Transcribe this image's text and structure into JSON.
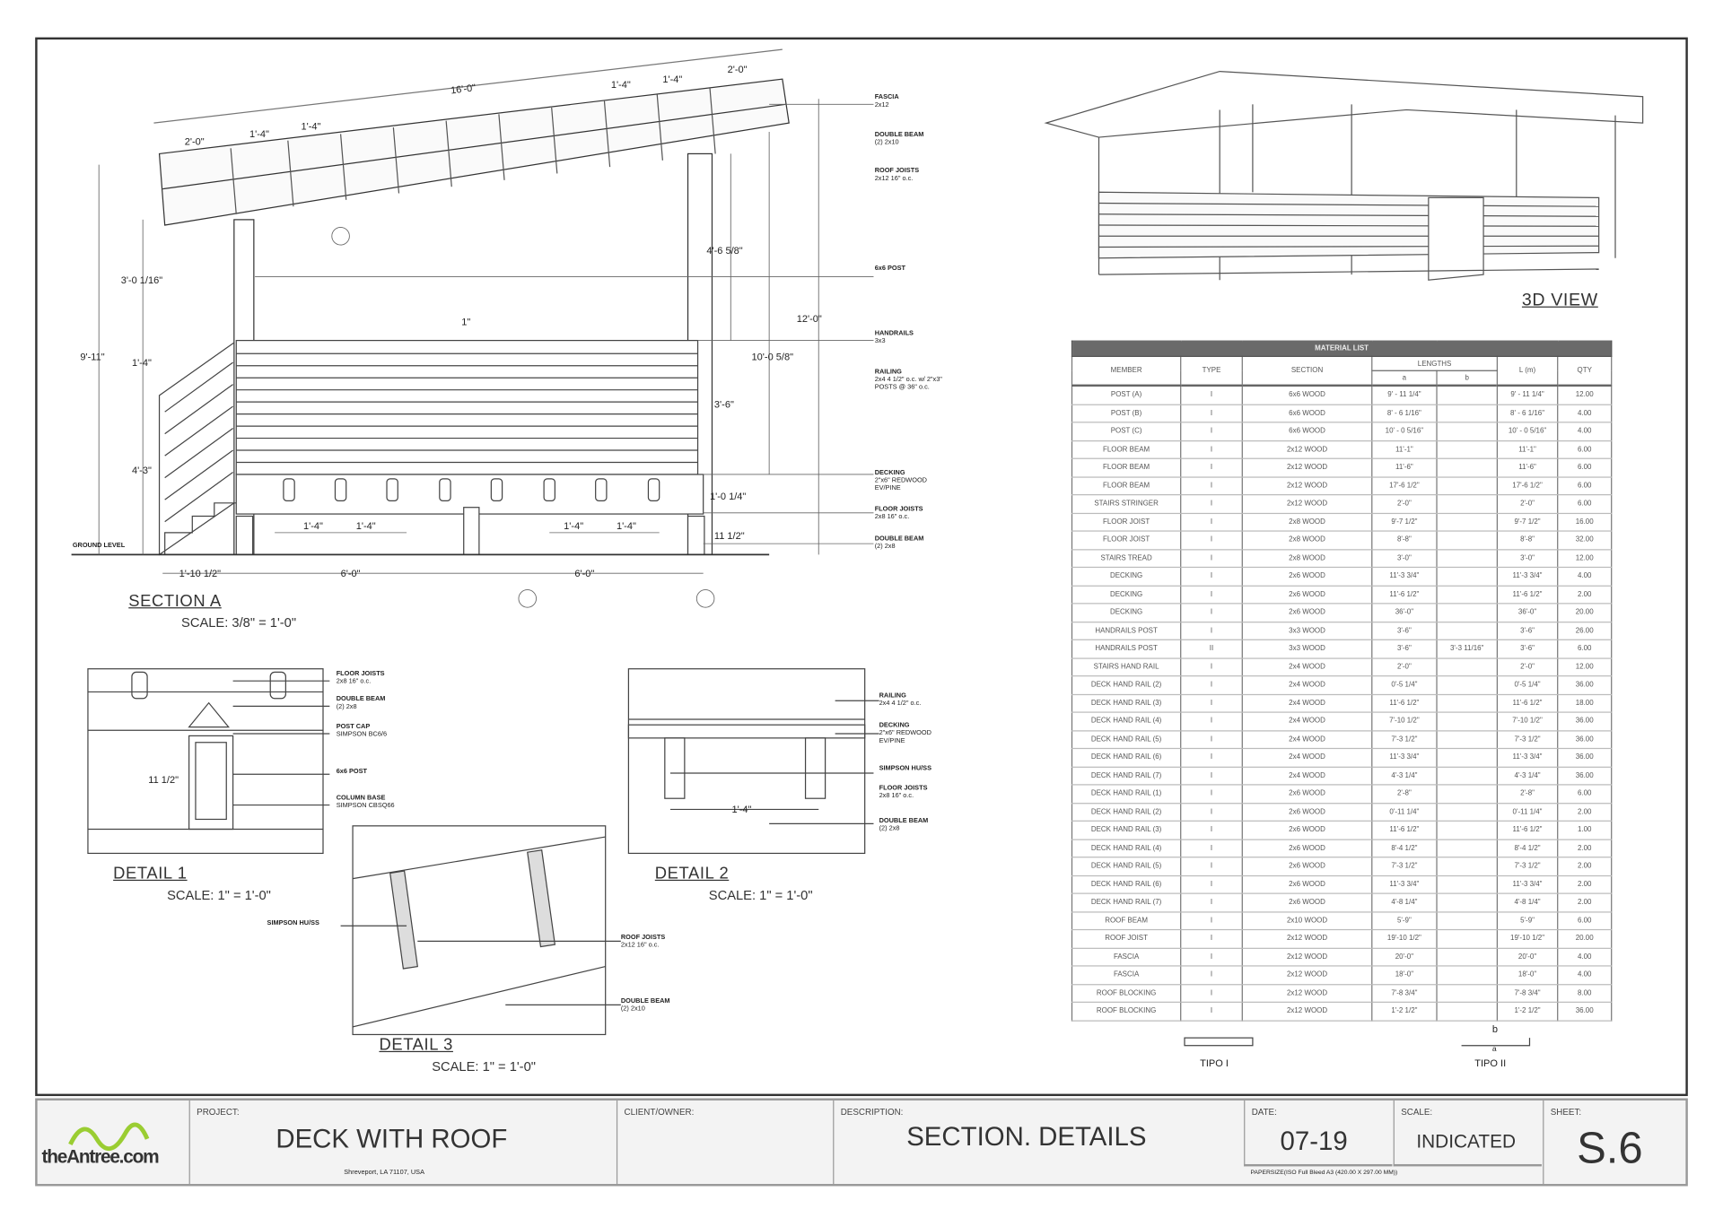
{
  "section_a": {
    "title": "SECTION A",
    "scale": "SCALE: 3/8\" = 1'-0\"",
    "labels": [
      [
        "FASCIA",
        "2x12"
      ],
      [
        "DOUBLE BEAM",
        "(2) 2x10"
      ],
      [
        "ROOF JOISTS",
        "2x12 16\" o.c."
      ],
      [
        "6x6 POST",
        ""
      ],
      [
        "HANDRAILS",
        "3x3"
      ],
      [
        "RAILING",
        "2x4 4 1/2\" o.c. w/ 2\"x3\" POSTS @ 36\" o.c."
      ],
      [
        "DECKING",
        "2\"x6\" REDWOOD EV/PINE"
      ],
      [
        "FLOOR JOISTS",
        "2x8 16\" o.c."
      ],
      [
        "DOUBLE BEAM",
        "(2) 2x8"
      ],
      [
        "GROUND LEVEL",
        ""
      ]
    ],
    "dims": [
      "16'-0\"",
      "2'-0\"",
      "1'-4\"",
      "1'-4\"",
      "2'-0\"",
      "1'-4\"",
      "1'-4\"",
      "3'-0 1/16\"",
      "9'-11\"",
      "1'-4\"",
      "4'-3\"",
      "4'-6 5/8\"",
      "12'-0\"",
      "10'-0 5/8\"",
      "3'-6\"",
      "1'-0 1/4\"",
      "11 1/2\"",
      "1'-10 1/2\"",
      "6'-0\"",
      "6'-0\"",
      "1'-4\"",
      "1'-4\"",
      "1'-4\"",
      "1'-4\"",
      "1\""
    ]
  },
  "detail1": {
    "title": "DETAIL 1",
    "scale": "SCALE: 1\" = 1'-0\"",
    "labels": [
      [
        "FLOOR JOISTS",
        "2x8 16\" o.c."
      ],
      [
        "DOUBLE BEAM",
        "(2) 2x8"
      ],
      [
        "POST CAP",
        "SIMPSON BC6/6"
      ],
      [
        "6x6 POST",
        ""
      ],
      [
        "COLUMN BASE",
        "SIMPSON CBSQ66"
      ]
    ],
    "dim": "11 1/2\""
  },
  "detail2": {
    "title": "DETAIL 2",
    "scale": "SCALE: 1\" = 1'-0\"",
    "labels": [
      [
        "RAILING",
        "2x4 4 1/2\" o.c."
      ],
      [
        "DECKING",
        "2\"x6\" REDWOOD EV/PINE"
      ],
      [
        "SIMPSON HU/SS",
        ""
      ],
      [
        "FLOOR JOISTS",
        "2x8 16\" o.c."
      ],
      [
        "DOUBLE BEAM",
        "(2) 2x8"
      ]
    ],
    "dim": "1'-4\""
  },
  "detail3": {
    "title": "DETAIL 3",
    "scale": "SCALE: 1\" = 1'-0\"",
    "labels": [
      [
        "SIMPSON HU/SS",
        ""
      ],
      [
        "ROOF JOISTS",
        "2x12 16\" o.c."
      ],
      [
        "DOUBLE BEAM",
        "(2) 2x10"
      ]
    ]
  },
  "view3d": {
    "title": "3D VIEW"
  },
  "material_list": {
    "title": "MATERIAL LIST",
    "headers": {
      "member": "MEMBER",
      "type": "TYPE",
      "section": "SECTION",
      "lengths": "LENGTHS",
      "a": "a",
      "b": "b",
      "l": "L (m)",
      "qty": "QTY"
    },
    "rows": [
      [
        "POST (A)",
        "I",
        "6x6 WOOD",
        "9' - 11 1/4\"",
        "",
        "9' - 11 1/4\"",
        "12.00"
      ],
      [
        "POST (B)",
        "I",
        "6x6 WOOD",
        "8' - 6 1/16\"",
        "",
        "8' - 6 1/16\"",
        "4.00"
      ],
      [
        "POST (C)",
        "I",
        "6x6 WOOD",
        "10' - 0 5/16\"",
        "",
        "10' - 0 5/16\"",
        "4.00"
      ],
      [
        "FLOOR BEAM",
        "I",
        "2x12 WOOD",
        "11'-1\"",
        "",
        "11'-1\"",
        "6.00"
      ],
      [
        "FLOOR BEAM",
        "I",
        "2x12 WOOD",
        "11'-6\"",
        "",
        "11'-6\"",
        "6.00"
      ],
      [
        "FLOOR BEAM",
        "I",
        "2x12 WOOD",
        "17'-6 1/2\"",
        "",
        "17'-6 1/2\"",
        "6.00"
      ],
      [
        "STAIRS STRINGER",
        "I",
        "2x12 WOOD",
        "2'-0\"",
        "",
        "2'-0\"",
        "6.00"
      ],
      [
        "FLOOR JOIST",
        "I",
        "2x8 WOOD",
        "9'-7 1/2\"",
        "",
        "9'-7 1/2\"",
        "16.00"
      ],
      [
        "FLOOR JOIST",
        "I",
        "2x8 WOOD",
        "8'-8\"",
        "",
        "8'-8\"",
        "32.00"
      ],
      [
        "STAIRS TREAD",
        "I",
        "2x8 WOOD",
        "3'-0\"",
        "",
        "3'-0\"",
        "12.00"
      ],
      [
        "DECKING",
        "I",
        "2x6 WOOD",
        "11'-3 3/4\"",
        "",
        "11'-3 3/4\"",
        "4.00"
      ],
      [
        "DECKING",
        "I",
        "2x6 WOOD",
        "11'-6 1/2\"",
        "",
        "11'-6 1/2\"",
        "2.00"
      ],
      [
        "DECKING",
        "I",
        "2x6 WOOD",
        "36'-0\"",
        "",
        "36'-0\"",
        "20.00"
      ],
      [
        "HANDRAILS POST",
        "I",
        "3x3 WOOD",
        "3'-6\"",
        "",
        "3'-6\"",
        "26.00"
      ],
      [
        "HANDRAILS POST",
        "II",
        "3x3 WOOD",
        "3'-6\"",
        "3'-3 11/16\"",
        "3'-6\"",
        "6.00"
      ],
      [
        "STAIRS HAND RAIL",
        "I",
        "2x4 WOOD",
        "2'-0\"",
        "",
        "2'-0\"",
        "12.00"
      ],
      [
        "DECK HAND RAIL (2)",
        "I",
        "2x4 WOOD",
        "0'-5 1/4\"",
        "",
        "0'-5 1/4\"",
        "36.00"
      ],
      [
        "DECK HAND RAIL (3)",
        "I",
        "2x4 WOOD",
        "11'-6 1/2\"",
        "",
        "11'-6 1/2\"",
        "18.00"
      ],
      [
        "DECK HAND RAIL (4)",
        "I",
        "2x4 WOOD",
        "7'-10 1/2\"",
        "",
        "7'-10 1/2\"",
        "36.00"
      ],
      [
        "DECK HAND RAIL (5)",
        "I",
        "2x4 WOOD",
        "7'-3 1/2\"",
        "",
        "7'-3 1/2\"",
        "36.00"
      ],
      [
        "DECK HAND RAIL (6)",
        "I",
        "2x4 WOOD",
        "11'-3 3/4\"",
        "",
        "11'-3 3/4\"",
        "36.00"
      ],
      [
        "DECK HAND RAIL (7)",
        "I",
        "2x4 WOOD",
        "4'-3 1/4\"",
        "",
        "4'-3 1/4\"",
        "36.00"
      ],
      [
        "DECK HAND RAIL (1)",
        "I",
        "2x6 WOOD",
        "2'-8\"",
        "",
        "2'-8\"",
        "6.00"
      ],
      [
        "DECK HAND RAIL (2)",
        "I",
        "2x6 WOOD",
        "0'-11 1/4\"",
        "",
        "0'-11 1/4\"",
        "2.00"
      ],
      [
        "DECK HAND RAIL (3)",
        "I",
        "2x6 WOOD",
        "11'-6 1/2\"",
        "",
        "11'-6 1/2\"",
        "1.00"
      ],
      [
        "DECK HAND RAIL (4)",
        "I",
        "2x6 WOOD",
        "8'-4 1/2\"",
        "",
        "8'-4 1/2\"",
        "2.00"
      ],
      [
        "DECK HAND RAIL (5)",
        "I",
        "2x6 WOOD",
        "7'-3 1/2\"",
        "",
        "7'-3 1/2\"",
        "2.00"
      ],
      [
        "DECK HAND RAIL (6)",
        "I",
        "2x6 WOOD",
        "11'-3 3/4\"",
        "",
        "11'-3 3/4\"",
        "2.00"
      ],
      [
        "DECK HAND RAIL (7)",
        "I",
        "2x6 WOOD",
        "4'-8 1/4\"",
        "",
        "4'-8 1/4\"",
        "2.00"
      ],
      [
        "ROOF BEAM",
        "I",
        "2x10 WOOD",
        "5'-9\"",
        "",
        "5'-9\"",
        "6.00"
      ],
      [
        "ROOF JOIST",
        "I",
        "2x12 WOOD",
        "19'-10 1/2\"",
        "",
        "19'-10 1/2\"",
        "20.00"
      ],
      [
        "FASCIA",
        "I",
        "2x12 WOOD",
        "20'-0\"",
        "",
        "20'-0\"",
        "4.00"
      ],
      [
        "FASCIA",
        "I",
        "2x12 WOOD",
        "18'-0\"",
        "",
        "18'-0\"",
        "4.00"
      ],
      [
        "ROOF BLOCKING",
        "I",
        "2x12 WOOD",
        "7'-8 3/4\"",
        "",
        "7'-8 3/4\"",
        "8.00"
      ],
      [
        "ROOF BLOCKING",
        "I",
        "2x12 WOOD",
        "1'-2 1/2\"",
        "",
        "1'-2 1/2\"",
        "36.00"
      ]
    ]
  },
  "tipo": {
    "t1": "TIPO I",
    "t2": "TIPO II",
    "a": "a",
    "b": "b"
  },
  "title_block": {
    "logo": "theAntree.com",
    "project_label": "PROJECT:",
    "project": "DECK WITH ROOF",
    "location": "Shreveport, LA 71107, USA",
    "client_label": "CLIENT/OWNER:",
    "description_label": "DESCRIPTION:",
    "description": "SECTION. DETAILS",
    "date_label": "DATE:",
    "date": "07-19",
    "scale_label": "SCALE:",
    "scale": "INDICATED",
    "sheet_label": "SHEET:",
    "sheet": "S.6",
    "papersize": "PAPERSIZE(ISO Full Bleed A3 (420.00 X 297.00 MM))"
  },
  "colors": {
    "logo_green": "#9acd32",
    "header_gray": "#6a6a6a"
  }
}
